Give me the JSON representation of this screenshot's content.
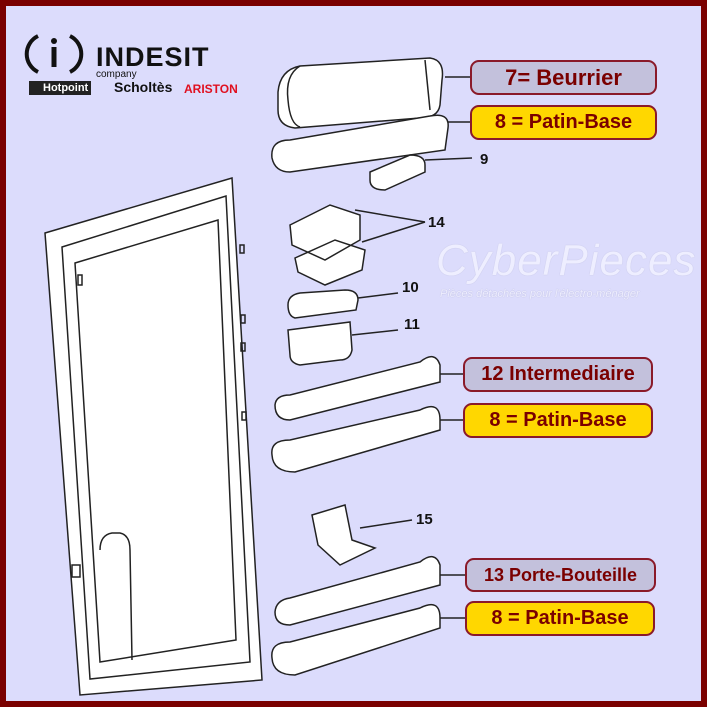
{
  "logo": {
    "brand": "INDESIT",
    "subtitle": "company",
    "sub_brands": [
      "Hotpoint",
      "Scholtès",
      "ARISTON"
    ]
  },
  "watermark": {
    "name": "CyberPieces",
    "tagline": "Pièces détachées pour l'électro-ménager"
  },
  "labels": [
    {
      "text": "7=  Beurrier",
      "style": "grey"
    },
    {
      "text": "8 = Patin-Base",
      "style": "yellow"
    },
    {
      "text": "12 Intermediaire",
      "style": "grey"
    },
    {
      "text": "8 = Patin-Base",
      "style": "yellow"
    },
    {
      "text": "13 Porte-Bouteille",
      "style": "grey"
    },
    {
      "text": "8 = Patin-Base",
      "style": "yellow"
    }
  ],
  "callouts": [
    "9",
    "14",
    "10",
    "11",
    "15"
  ],
  "colors": {
    "border": "#7a0000",
    "background": "#dcdcfc",
    "label_grey": "#c3c1dc",
    "label_yellow": "#ffd700",
    "label_text": "#7a0000"
  }
}
